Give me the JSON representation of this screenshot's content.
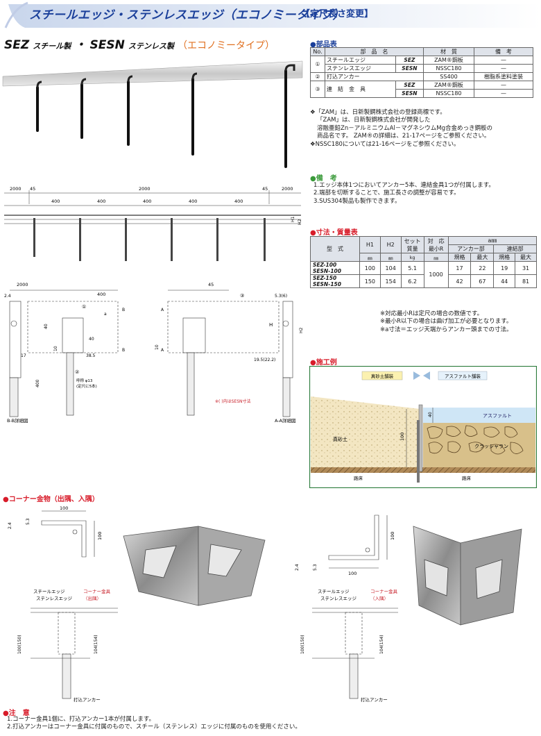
{
  "header": {
    "title": "スチールエッジ・ステンレスエッジ（エコノミータイプ）",
    "note": "【定尺長さ変更】",
    "colors": {
      "banner": "#c9d6ec",
      "title": "#1a3f9a"
    }
  },
  "subtitle": {
    "sez": "SEZ",
    "sez_material": "スチール製",
    "bullet": "・",
    "sesn": "SESN",
    "sesn_material": "ステンレス製",
    "economy": "（エコノミータイプ）"
  },
  "parts": {
    "heading": "●部品表",
    "headers": [
      "No.",
      "部　品　名",
      "材　質",
      "備　考"
    ],
    "rows": [
      {
        "no": "①",
        "name": "スチールエッジ",
        "code": "SEZ",
        "material": "ZAM®鋼板",
        "note": "—"
      },
      {
        "no": "",
        "name": "ステンレスエッジ",
        "code": "SESN",
        "material": "NSSC180",
        "note": "—"
      },
      {
        "no": "②",
        "name": "打込アンカー",
        "code": "",
        "material": "SS400",
        "note": "樹脂系塗料塗装"
      },
      {
        "no": "③",
        "name": "連　結　金　具",
        "code": "SEZ",
        "material": "ZAM®鋼板",
        "note": "—"
      },
      {
        "no": "",
        "name": "",
        "code": "SESN",
        "material": "NSSC180",
        "note": "—"
      }
    ]
  },
  "zam_notes": {
    "line1": "❖「ZAM」は、日新製鋼株式会社の登録商標です。",
    "line2": "「ZAM」は、日新製鋼株式会社が開発した",
    "line3": "溶融亜鉛Zn－アルミニウムAl－マグネシウムMg合金めっき鋼板の",
    "line4": "商品名です。 ZAM®の詳細は、21-17ページをご参照ください。",
    "line5": "❖NSSC180については21-16ページをご参照ください。"
  },
  "remarks": {
    "heading": "●備　考",
    "items": [
      "1.エッジ本体1つにおいてアンカー5本、連結金具1つが付属します。",
      "2.端部を切断することで、施工長さの調整が容易です。",
      "3.SUS304製品も製作できます。"
    ]
  },
  "dims": {
    "heading": "●寸法・質量表",
    "h_model": "型　式",
    "h_h1": "H1",
    "h_h2": "H2",
    "h_weight": "セット質量",
    "h_radius": "対　応最小R",
    "h_a": "a㎜",
    "h_anchor": "アンカー部",
    "h_joint": "連結部",
    "h_std": "規格",
    "h_max": "最大",
    "u_mm": "㎜",
    "u_kg": "kg",
    "rows": [
      {
        "model1": "SEZ-100",
        "model2": "SESN-100",
        "h1": "100",
        "h2": "104",
        "weight": "5.1",
        "a_std": "17",
        "a_max": "22",
        "j_std": "19",
        "j_max": "31"
      },
      {
        "model1": "SEZ-150",
        "model2": "SESN-150",
        "h1": "150",
        "h2": "154",
        "weight": "6.2",
        "a_std": "42",
        "a_max": "67",
        "j_std": "44",
        "j_max": "81"
      }
    ],
    "radius": "1000",
    "notes": [
      "※対応最小Rは定尺の場合の数値です。",
      "※最小R以下の場合は曲げ加工が必要となります。",
      "※a寸法＝エッジ天端からアンカー頭までの寸法。"
    ]
  },
  "construction": {
    "heading": "●施工例",
    "label_soil": "真砂土舗装",
    "label_asphalt": "アスファルト舗装",
    "soil": "真砂土",
    "asphalt": "アスファルト",
    "crusher": "クラッシャラン",
    "subgrade_l": "路床",
    "subgrade_r": "路床",
    "dim100": "100",
    "dim40": "40"
  },
  "drawing": {
    "d2000": "2000",
    "d45": "45",
    "d400": "400",
    "d2000b": "2000",
    "d45b": "45",
    "d400b": "400",
    "d24": "2.4",
    "d53": "5.3(6)",
    "d40": "40",
    "d40b": "40",
    "d10": "10",
    "d10b": "10",
    "d17": "17",
    "d385": "38.5",
    "d195": "19.5(22.2)",
    "dH": "H",
    "dH2": "H2",
    "dH1": "H1",
    "da": "a",
    "d400v": "400",
    "cb1": "①",
    "cb2": "②",
    "cb3": "③",
    "anchor_note1": "呼称 φ13",
    "anchor_note2": "(定尺に5本)",
    "sesn_note": "※(  )内はSESN寸法",
    "bb_label": "B-B詳細図",
    "aa_label": "A-A詳細図",
    "cut_b": "B",
    "cut_a": "A"
  },
  "corner": {
    "heading": "●コーナー金物（出隅、入隅）",
    "d100": "100",
    "d100v": "100",
    "d24": "2.4",
    "d53": "5.3",
    "d100r": "100",
    "d100rv": "100",
    "d24r": "2.4",
    "d53r": "5.3",
    "steel": "スチールエッジ",
    "stainless": "ステンレスエッジ",
    "corner_out": "コーナー金具",
    "corner_out2": "（出隅）",
    "corner_in": "コーナー金具",
    "corner_in2": "（入隅）",
    "steel_r": "スチールエッジ",
    "stainless_r": "ステンレスエッジ",
    "h100": "100(150)",
    "h104": "104(154)",
    "h100r": "100(150)",
    "h104r": "104(154)",
    "anchor": "打込アンカー",
    "anchor_r": "打込アンカー"
  },
  "caution": {
    "heading": "●注　意",
    "items": [
      "1.コーナー金具1個に、打込アンカー1本が付属します。",
      "2.打込アンカーはコーナー金具に付属のもので、スチール（ステンレス）エッジに付属のものを使用ください。"
    ]
  }
}
